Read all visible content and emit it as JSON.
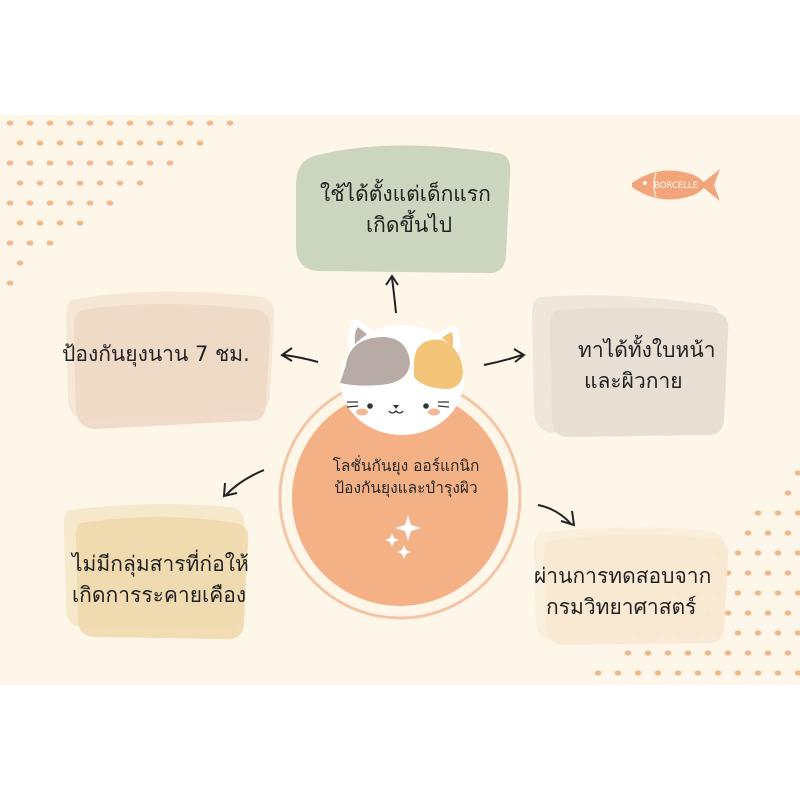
{
  "center": {
    "line1": "โลชั่นกันยุง ออร์แกนิก",
    "line2": "ป้องกันยุงและบำรุงผิว"
  },
  "nodes": {
    "top": {
      "line1": "ใช้ได้ตั้งแต่เด็กแรก",
      "line2": "เกิดขึ้นไป",
      "color": "#c9d3bc"
    },
    "left": {
      "line1": "ป้องกันยุงนาน 7 ชม.",
      "color": "#eed8c6"
    },
    "right": {
      "line1": "ทาได้ทั้งใบหน้า",
      "line2": "และผิวกาย",
      "color": "#e6ddd3"
    },
    "bottom_left": {
      "line1": "ไม่มีกลุ่มสารที่ก่อให้",
      "line2": "เกิดการระคายเคือง",
      "color": "#f0d9ad"
    },
    "bottom_right": {
      "line1": "ผ่านการทดสอบจาก",
      "line2": "กรมวิทยาศาสตร์",
      "color": "#f8e8d2"
    }
  },
  "logo": {
    "text": "BORCELLE",
    "color": "#f2a57a"
  },
  "colors": {
    "background": "#fdf6e9",
    "center_circle": "#f4b185",
    "ring": "#f2c6a6",
    "dots": "#f0ba8f",
    "cat_gray": "#b8aaa4",
    "cat_orange": "#f3c477"
  }
}
